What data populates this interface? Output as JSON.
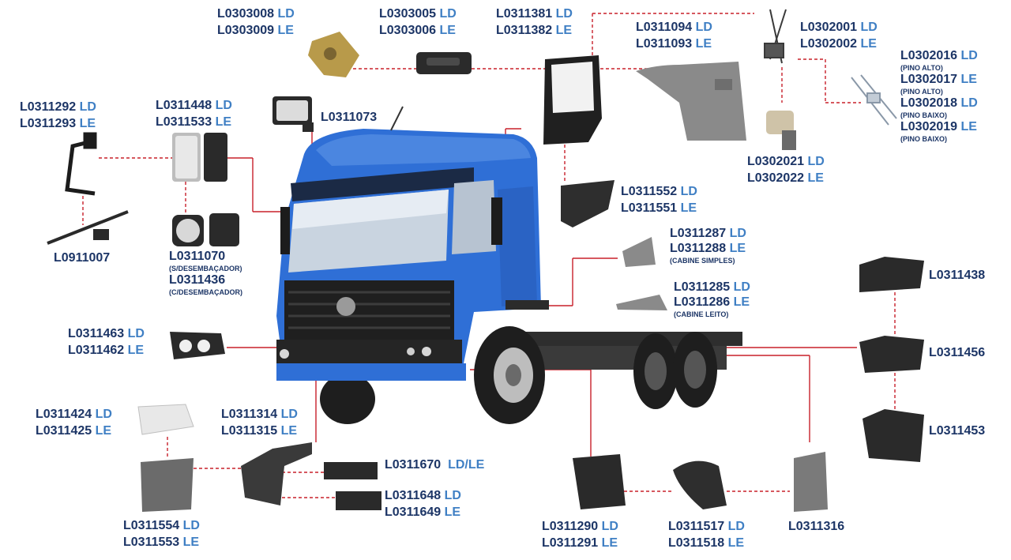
{
  "colors": {
    "code": "#1c3566",
    "side": "#3f7fc4",
    "connector": "#c8202a",
    "truck_cab": "#2f6fd6",
    "part_dark": "#2b2b2b",
    "part_grey": "#7d7d7d"
  },
  "labels": {
    "g1": {
      "rows": [
        {
          "code": "L0303008",
          "side": "LD"
        },
        {
          "code": "L0303009",
          "side": "LE"
        }
      ]
    },
    "g2": {
      "rows": [
        {
          "code": "L0303005",
          "side": "LD"
        },
        {
          "code": "L0303006",
          "side": "LE"
        }
      ]
    },
    "g3": {
      "rows": [
        {
          "code": "L0311381",
          "side": "LD"
        },
        {
          "code": "L0311382",
          "side": "LE"
        }
      ]
    },
    "g4": {
      "rows": [
        {
          "code": "L0311094",
          "side": "LD"
        },
        {
          "code": "L0311093",
          "side": "LE"
        }
      ]
    },
    "g5": {
      "rows": [
        {
          "code": "L0302001",
          "side": "LD"
        },
        {
          "code": "L0302002",
          "side": "LE"
        }
      ]
    },
    "g6": {
      "rows": [
        {
          "code": "L0302016",
          "side": "LD",
          "note": "(PINO ALTO)"
        },
        {
          "code": "L0302017",
          "side": "LE",
          "note": "(PINO ALTO)"
        },
        {
          "code": "L0302018",
          "side": "LD",
          "note": "(PINO BAIXO)"
        },
        {
          "code": "L0302019",
          "side": "LE",
          "note": "(PINO BAIXO)"
        }
      ]
    },
    "g7": {
      "rows": [
        {
          "code": "L0311292",
          "side": "LD"
        },
        {
          "code": "L0311293",
          "side": "LE"
        }
      ]
    },
    "g8": {
      "rows": [
        {
          "code": "L0311448",
          "side": "LD"
        },
        {
          "code": "L0311533",
          "side": "LE"
        }
      ]
    },
    "g9": {
      "rows": [
        {
          "code": "L0311073",
          "side": ""
        }
      ]
    },
    "g10": {
      "rows": [
        {
          "code": "L0302021",
          "side": "LD"
        },
        {
          "code": "L0302022",
          "side": "LE"
        }
      ]
    },
    "g11": {
      "rows": [
        {
          "code": "L0311552",
          "side": "LD"
        },
        {
          "code": "L0311551",
          "side": "LE"
        }
      ]
    },
    "g12": {
      "rows": [
        {
          "code": "L0311287",
          "side": "LD"
        },
        {
          "code": "L0311288",
          "side": "LE",
          "note": "(CABINE SIMPLES)"
        }
      ]
    },
    "g13": {
      "rows": [
        {
          "code": "L0911007",
          "side": ""
        }
      ]
    },
    "g14": {
      "rows": [
        {
          "code": "L0311070",
          "side": "",
          "note": "(S/DESEMBAÇADOR)"
        },
        {
          "code": "L0311436",
          "side": "",
          "note": "(C/DESEMBAÇADOR)"
        }
      ]
    },
    "g15": {
      "rows": [
        {
          "code": "L0311438",
          "side": ""
        }
      ]
    },
    "g16": {
      "rows": [
        {
          "code": "L0311285",
          "side": "LD"
        },
        {
          "code": "L0311286",
          "side": "LE",
          "note": "(CABINE LEITO)"
        }
      ]
    },
    "g17": {
      "rows": [
        {
          "code": "L0311463",
          "side": "LD"
        },
        {
          "code": "L0311462",
          "side": "LE"
        }
      ]
    },
    "g18": {
      "rows": [
        {
          "code": "L0311456",
          "side": ""
        }
      ]
    },
    "g19": {
      "rows": [
        {
          "code": "L0311424",
          "side": "LD"
        },
        {
          "code": "L0311425",
          "side": "LE"
        }
      ]
    },
    "g20": {
      "rows": [
        {
          "code": "L0311314",
          "side": "LD"
        },
        {
          "code": "L0311315",
          "side": "LE"
        }
      ]
    },
    "g21": {
      "rows": [
        {
          "code": "L0311453",
          "side": ""
        }
      ]
    },
    "g22": {
      "rows": [
        {
          "code": "L0311670",
          "side": "LD/LE"
        }
      ]
    },
    "g23": {
      "rows": [
        {
          "code": "L0311648",
          "side": "LD"
        },
        {
          "code": "L0311649",
          "side": "LE"
        }
      ]
    },
    "g24": {
      "rows": [
        {
          "code": "L0311554",
          "side": "LD"
        },
        {
          "code": "L0311553",
          "side": "LE"
        }
      ]
    },
    "g25": {
      "rows": [
        {
          "code": "L0311290",
          "side": "LD"
        },
        {
          "code": "L0311291",
          "side": "LE"
        }
      ]
    },
    "g26": {
      "rows": [
        {
          "code": "L0311517",
          "side": "LD"
        },
        {
          "code": "L0311518",
          "side": "LE"
        }
      ]
    },
    "g27": {
      "rows": [
        {
          "code": "L0311316",
          "side": ""
        }
      ]
    }
  },
  "parts": [
    "lock-part-icon",
    "door-handle-part-icon",
    "door-part-icon",
    "fender-panel-part-icon",
    "window-regulator-part-icon",
    "window-regulator-rail-part-icon",
    "window-motor-part-icon",
    "mirror-arm-part-icon",
    "mirror-pair-part-icon",
    "small-mirror-part-icon",
    "mirror-rod-part-icon",
    "mirror-glass-part-icon",
    "door-trim-part-icon",
    "step-cover-small-part-icon",
    "step-cover-long-part-icon",
    "headlamp-frame-part-icon",
    "battery-cover-top-part-icon",
    "battery-cover-mid-part-icon",
    "battery-cover-bottom-part-icon",
    "corner-light-part-icon",
    "step-bumper-part-icon",
    "step-plate-part-icon",
    "wheel-guard-part-icon",
    "mudflap-part-icon",
    "splash-guard-part-icon",
    "tank-cover-part-icon",
    "truck-illustration-icon"
  ]
}
